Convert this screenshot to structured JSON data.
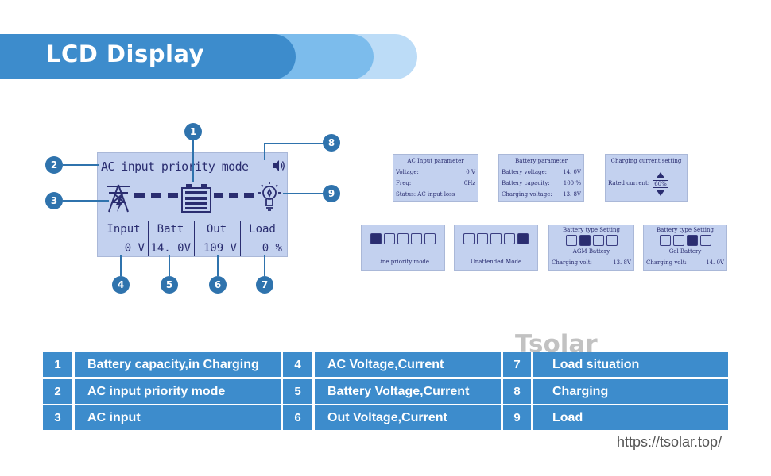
{
  "header": {
    "title": "LCD Display"
  },
  "main_lcd": {
    "mode_text": "AC input priority mode",
    "cells": [
      {
        "label": "Input",
        "value": "0 V"
      },
      {
        "label": "Batt",
        "value": "14. 0V"
      },
      {
        "label": "Out",
        "value": "109 V"
      },
      {
        "label": "Load",
        "value": "0 %"
      }
    ]
  },
  "callouts": [
    "1",
    "2",
    "3",
    "4",
    "5",
    "6",
    "7",
    "8",
    "9"
  ],
  "mini_screens": {
    "ac_input": {
      "title": "AC Input parameter",
      "rows": [
        {
          "label": "Voltage:",
          "value": "0 V"
        },
        {
          "label": "Freq:",
          "value": "0Hz"
        },
        {
          "label": "Status: AC input loss",
          "value": ""
        }
      ]
    },
    "battery": {
      "title": "Battery parameter",
      "rows": [
        {
          "label": "Battery voltage:",
          "value": "14. 0V"
        },
        {
          "label": "Battery capacity:",
          "value": "100 %"
        },
        {
          "label": "Charging voltage:",
          "value": "13. 8V"
        }
      ]
    },
    "charging_current": {
      "title": "Charging current setting",
      "label": "Rated current:",
      "value": "60%"
    },
    "line_priority": {
      "caption": "Line priority mode"
    },
    "unattended": {
      "caption": "Unattended Mode"
    },
    "agm": {
      "title": "Battery type Setting",
      "subtitle": "AGM Battery",
      "row_label": "Charging volt:",
      "row_value": "13. 8V"
    },
    "gel": {
      "title": "Battery type Setting",
      "subtitle": "Gel Battery",
      "row_label": "Charging volt:",
      "row_value": "14. 0V"
    }
  },
  "table": {
    "rows": [
      [
        {
          "num": "1",
          "text": "Battery capacity,in Charging"
        },
        {
          "num": "4",
          "text": "AC Voltage,Current"
        },
        {
          "num": "7",
          "text": "Load situation"
        }
      ],
      [
        {
          "num": "2",
          "text": "AC input priority mode"
        },
        {
          "num": "5",
          "text": "Battery Voltage,Current"
        },
        {
          "num": "8",
          "text": "Charging"
        }
      ],
      [
        {
          "num": "3",
          "text": "AC input"
        },
        {
          "num": "6",
          "text": "Out Voltage,Current"
        },
        {
          "num": "9",
          "text": "Load"
        }
      ]
    ]
  },
  "watermark": "Tsolar",
  "url": "https://tsolar.top/",
  "colors": {
    "primary_blue": "#3d8ccc",
    "lcd_bg": "#c3d1ef",
    "lcd_ink": "#2a2d70",
    "callout": "#2f73ad"
  }
}
